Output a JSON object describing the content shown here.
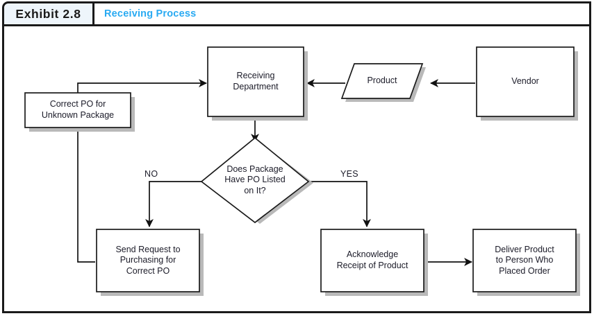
{
  "exhibit": {
    "tab_label": "Exhibit 2.8",
    "title": "Receiving Process"
  },
  "diagram": {
    "type": "flowchart",
    "nodes": [
      {
        "id": "receiving",
        "shape": "process",
        "label": "Receiving\nDepartment",
        "line1": "Receiving",
        "line2": "Department",
        "line3": ""
      },
      {
        "id": "product",
        "shape": "data",
        "label": "Product",
        "line1": "Product",
        "line2": "",
        "line3": ""
      },
      {
        "id": "vendor",
        "shape": "process",
        "label": "Vendor",
        "line1": "Vendor",
        "line2": "",
        "line3": ""
      },
      {
        "id": "correct_po",
        "shape": "process",
        "label": "Correct PO for\nUnknown Package",
        "line1": "Correct PO for",
        "line2": "Unknown Package",
        "line3": ""
      },
      {
        "id": "decision",
        "shape": "decision",
        "label": "Does Package\nHave PO Listed\non It?",
        "line1": "Does Package",
        "line2": "Have PO Listed",
        "line3": "on It?"
      },
      {
        "id": "send_req",
        "shape": "process",
        "label": "Send Request to\nPurchasing for\nCorrect PO",
        "line1": "Send Request to",
        "line2": "Purchasing for",
        "line3": "Correct PO"
      },
      {
        "id": "acknowledge",
        "shape": "process",
        "label": "Acknowledge\nReceipt of Product",
        "line1": "Acknowledge",
        "line2": "Receipt of Product",
        "line3": ""
      },
      {
        "id": "deliver",
        "shape": "process",
        "label": "Deliver Product\nto Person Who\nPlaced Order",
        "line1": "Deliver Product",
        "line2": "to Person Who",
        "line3": "Placed Order"
      }
    ],
    "edge_labels": {
      "no": "NO",
      "yes": "YES"
    },
    "edges": [
      {
        "from": "vendor",
        "to": "product",
        "label": ""
      },
      {
        "from": "product",
        "to": "receiving",
        "label": ""
      },
      {
        "from": "receiving",
        "to": "decision",
        "label": ""
      },
      {
        "from": "decision",
        "to": "send_req",
        "label": "NO"
      },
      {
        "from": "decision",
        "to": "acknowledge",
        "label": "YES"
      },
      {
        "from": "send_req",
        "to": "receiving",
        "label": ""
      },
      {
        "from": "acknowledge",
        "to": "deliver",
        "label": ""
      }
    ]
  },
  "colors": {
    "accent": "#29aaf2",
    "frame": "#1a1a1a",
    "tab_background": "#eef5fb",
    "shape_fill": "#ffffff",
    "shape_stroke": "#1a1a1a",
    "shadow": "#b9b9b9",
    "text": "#1b1b28"
  }
}
